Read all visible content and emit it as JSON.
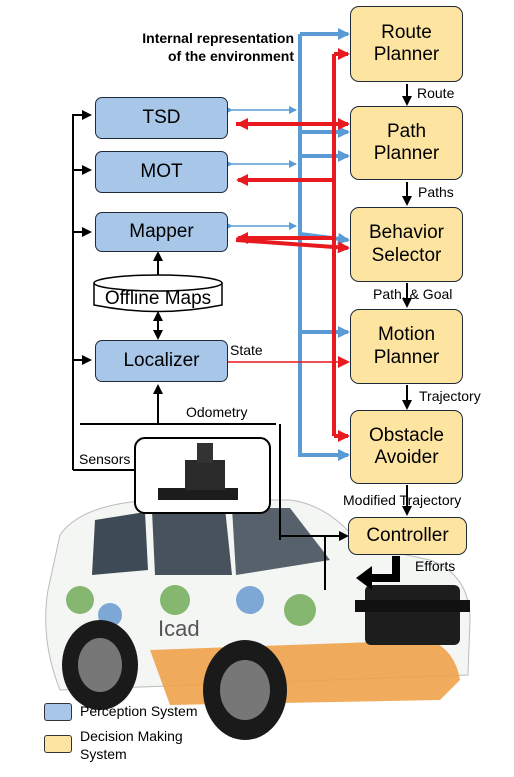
{
  "title": "Internal representation\nof the environment",
  "perception_modules": [
    "TSD",
    "MOT",
    "Mapper",
    "Localizer"
  ],
  "offline_maps": "Offline Maps",
  "decision_modules": [
    "Route\nPlanner",
    "Path\nPlanner",
    "Behavior\nSelector",
    "Motion\nPlanner",
    "Obstacle\nAvoider"
  ],
  "controller": "Controller",
  "edge_labels": {
    "route": "Route",
    "paths": "Paths",
    "path_goal": "Path, & Goal",
    "trajectory": "Trajectory",
    "modified_trajectory": "Modified Trajectory",
    "efforts": "Efforts",
    "state": "State",
    "odometry": "Odometry",
    "sensors": "Sensors"
  },
  "car_brand": "Icad",
  "legend": [
    {
      "label": "Perception System",
      "color": "#a8c6e8"
    },
    {
      "label": "Decision Making\nSystem",
      "color": "#fde4a0"
    }
  ],
  "colors": {
    "blue_line": "#5b9bd5",
    "red_line": "#e8191f",
    "black_line": "#000000"
  }
}
